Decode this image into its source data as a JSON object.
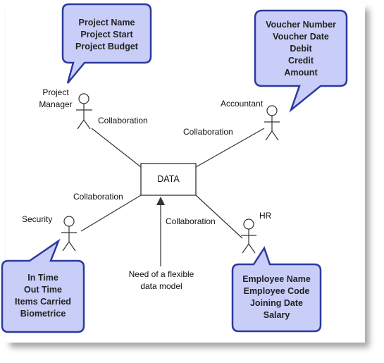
{
  "diagram": {
    "center": {
      "label": "DATA"
    },
    "note": [
      "Need of a flexible",
      "data model"
    ],
    "connector_label": "Collaboration",
    "actors": {
      "project_manager": {
        "name": [
          "Project",
          "Manager"
        ],
        "attributes": [
          "Project Name",
          "Project Start",
          "Project Budget"
        ]
      },
      "accountant": {
        "name": [
          "Accountant"
        ],
        "attributes": [
          "Voucher Number",
          "Voucher Date",
          "Debit",
          "Credit",
          "Amount"
        ]
      },
      "security": {
        "name": [
          "Security"
        ],
        "attributes": [
          "In Time",
          "Out Time",
          "Items Carried",
          "Biometrice"
        ]
      },
      "hr": {
        "name": [
          "HR"
        ],
        "attributes": [
          "Employee Name",
          "Employee Code",
          "Joining Date",
          "Salary"
        ]
      }
    }
  },
  "colors": {
    "callout_fill": "#c9cef8",
    "callout_stroke": "#2b3a9e",
    "line": "#333333"
  }
}
